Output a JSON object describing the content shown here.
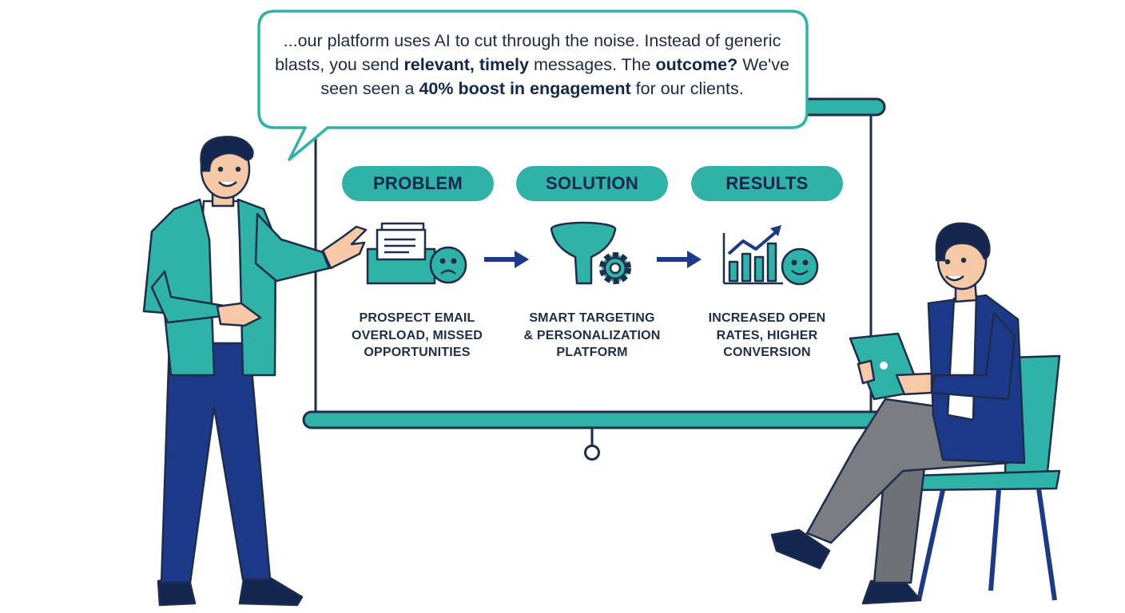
{
  "speech": {
    "line1": "...our platform uses AI to cut through the noise. Instead of generic",
    "line2_a": "blasts, you send ",
    "line2_b": "relevant, timely",
    "line2_c": " messages. The ",
    "line2_d": "outcome?",
    "line2_e": " We've",
    "line3_a": "seen seen a ",
    "line3_b": "40% boost in engagement",
    "line3_c": " for our clients."
  },
  "steps": [
    {
      "label": "PROBLEM",
      "caption_lines": [
        "PROSPECT EMAIL",
        "OVERLOAD, MISSED",
        "OPPORTUNITIES"
      ],
      "icon": "email-overload-sad-icon"
    },
    {
      "label": "SOLUTION",
      "caption_lines": [
        "SMART TARGETING",
        "& PERSONALIZATION",
        "PLATFORM"
      ],
      "icon": "funnel-gear-icon"
    },
    {
      "label": "RESULTS",
      "caption_lines": [
        "INCREASED OPEN",
        "RATES, HIGHER",
        "CONVERSION"
      ],
      "icon": "growth-chart-smile-icon"
    }
  ],
  "colors": {
    "teal": "#2fb3a6",
    "navy": "#1d3a8a",
    "dark_navy": "#12264f",
    "gray_pants": "#7a7d82",
    "skin": "#f6c9a6",
    "hair": "#132650"
  }
}
